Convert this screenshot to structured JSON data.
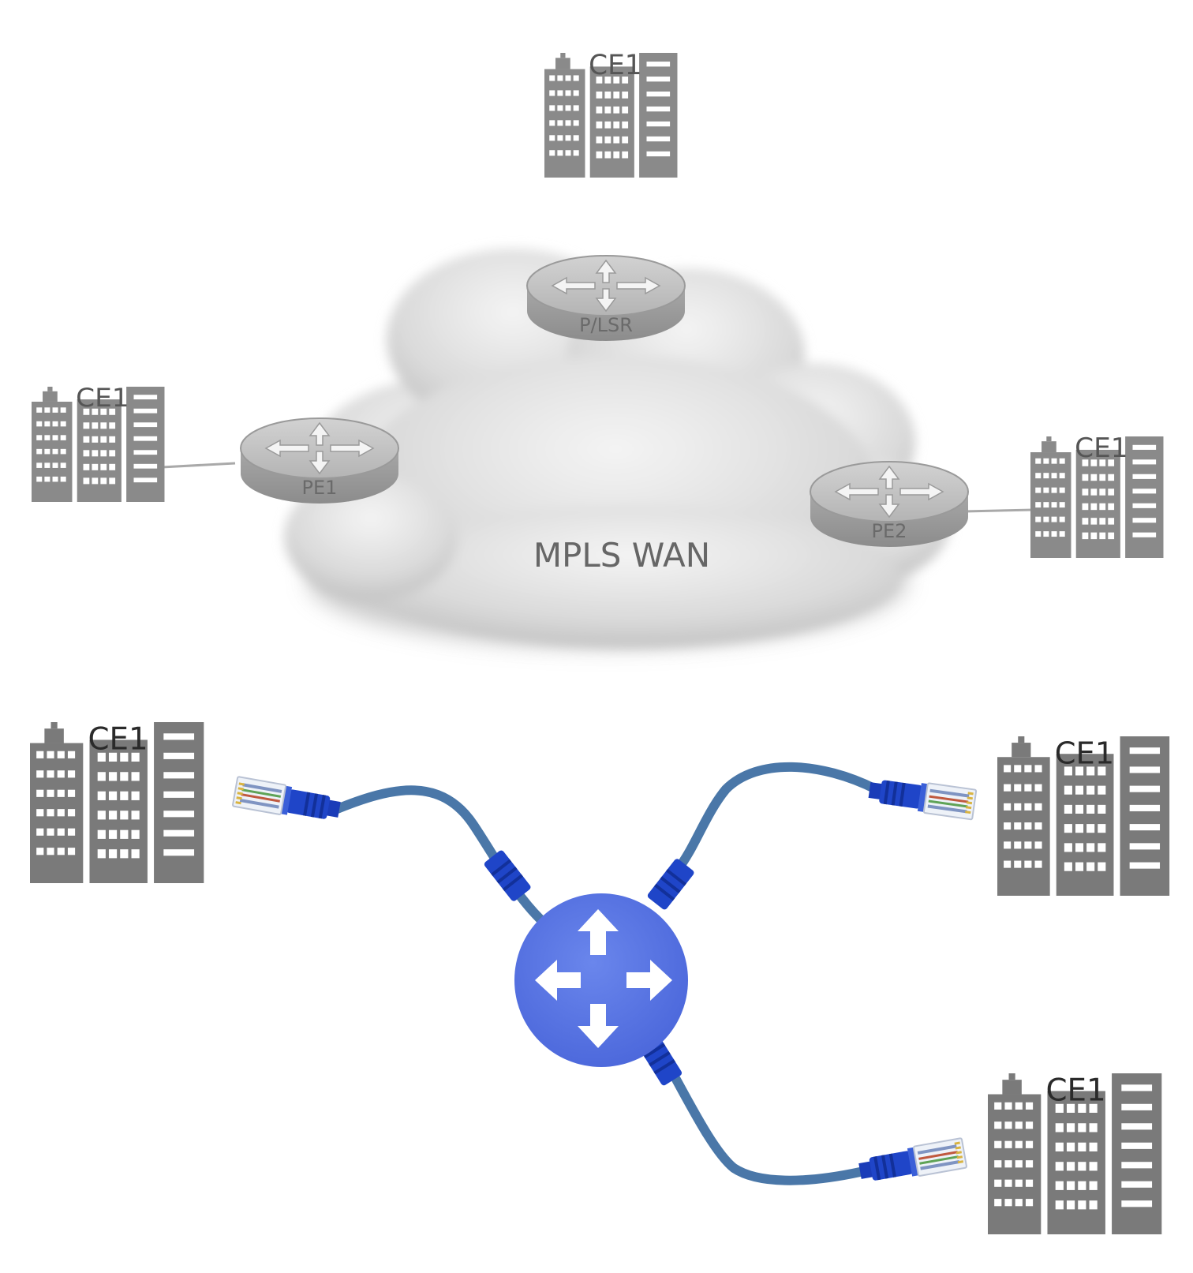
{
  "diagram": {
    "top": {
      "cloud_label": "MPLS WAN",
      "routers": [
        {
          "id": "p-lsr",
          "label": "P/LSR"
        },
        {
          "id": "pe1",
          "label": "PE1"
        },
        {
          "id": "pe2",
          "label": "PE2"
        }
      ],
      "sites": [
        {
          "id": "top-center",
          "label": "CE1"
        },
        {
          "id": "left",
          "label": "CE1"
        },
        {
          "id": "right",
          "label": "CE1"
        }
      ]
    },
    "bottom": {
      "sites": [
        {
          "id": "upper-left",
          "label": "CE1"
        },
        {
          "id": "upper-right",
          "label": "CE1"
        },
        {
          "id": "lower-right",
          "label": "CE1"
        }
      ]
    }
  },
  "colors": {
    "building": "#7a7a7a",
    "top_building": "#8a8a8a",
    "cloud": "#dcdcdc",
    "router_gray": "#a9a9a9",
    "router_blue": "#5572e3",
    "cable": "#4a77a8",
    "connector": "#1f45c8"
  }
}
